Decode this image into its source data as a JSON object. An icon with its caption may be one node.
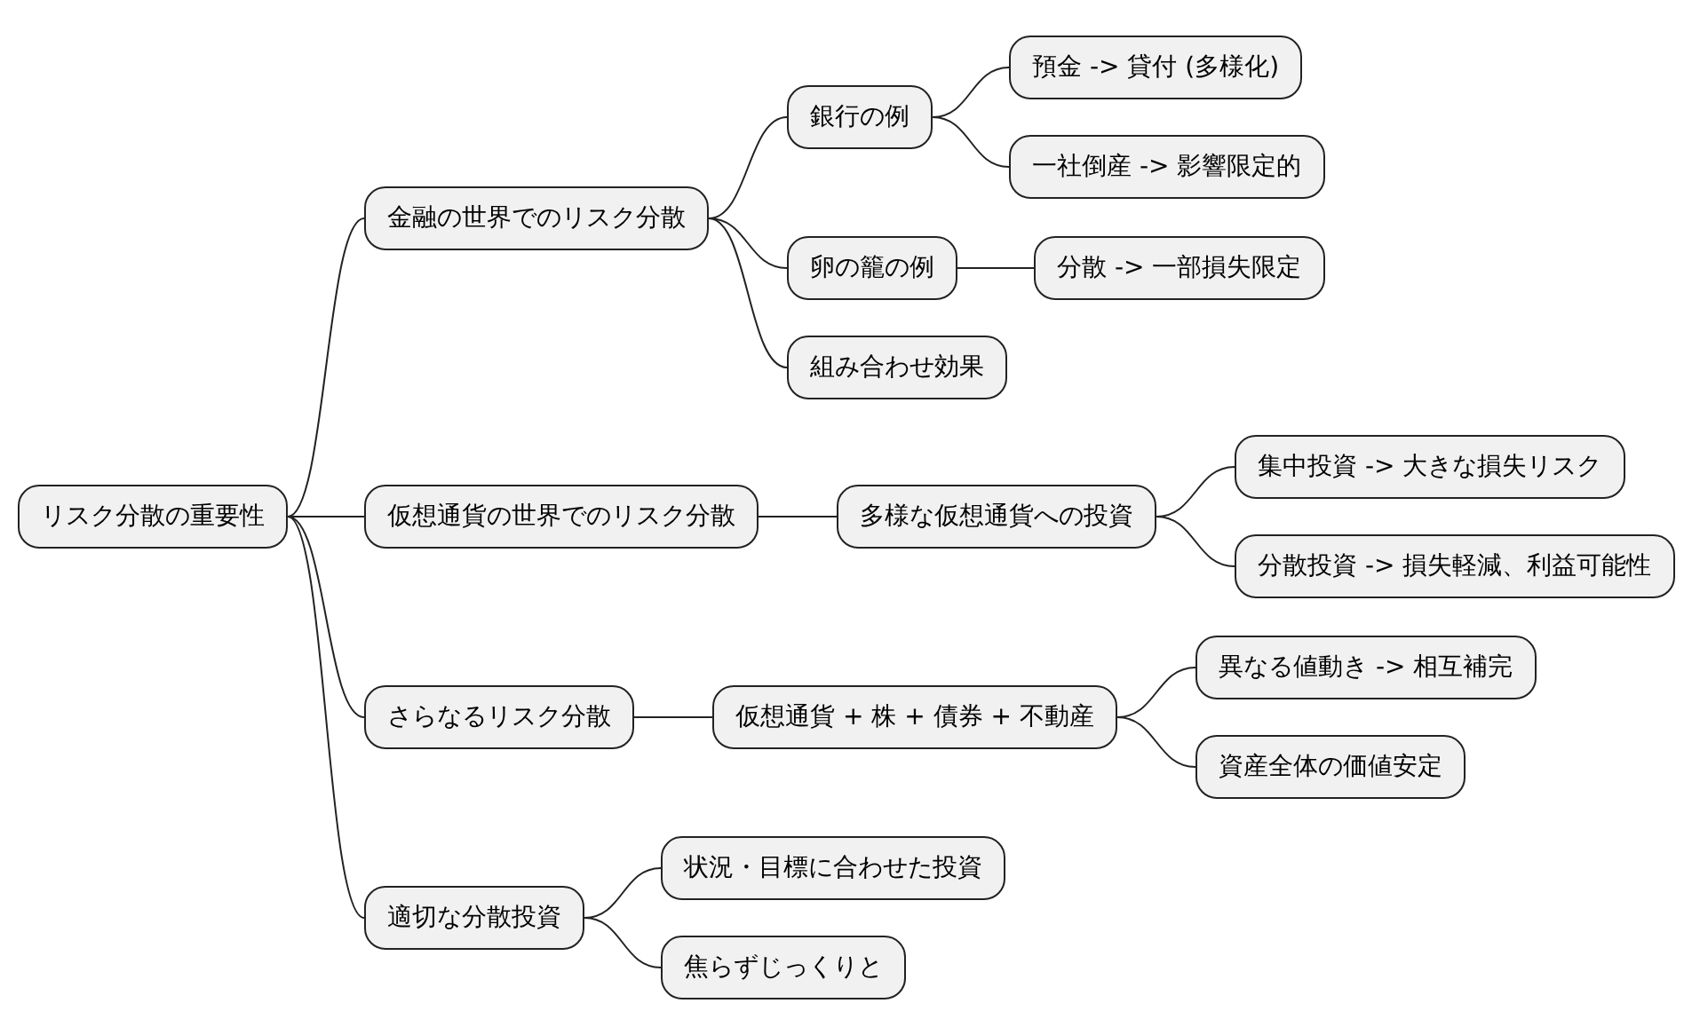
{
  "diagram": {
    "nodes": [
      {
        "text": [
          "リスク分散の重要性"
        ]
      },
      {
        "text": [
          "金融の世界でのリスク分散"
        ]
      },
      {
        "text": [
          "銀行の例"
        ]
      },
      {
        "text": [
          "預金 -> 貸付 (多様化)"
        ]
      },
      {
        "text": [
          "一社倒産 -> 影響限定的"
        ]
      },
      {
        "text": [
          "卵の籠の例"
        ]
      },
      {
        "text": [
          "分散 -> 一部損失限定"
        ]
      },
      {
        "text": [
          "組み合わせ効果"
        ]
      },
      {
        "text": [
          "仮想通貨の世界でのリスク分散"
        ]
      },
      {
        "text": [
          "多様な仮想通貨への投資"
        ]
      },
      {
        "text": [
          "集中投資 -> 大きな損失リスク"
        ]
      },
      {
        "text": [
          "分散投資 -> 損失軽減、利益可能性"
        ]
      },
      {
        "text": [
          "さらなるリスク分散"
        ]
      },
      {
        "text": [
          "仮想通貨 + 株 + 債券 + 不動産"
        ]
      },
      {
        "text": [
          "異なる値動き -> 相互補完"
        ]
      },
      {
        "text": [
          "資産全体の価値安定"
        ]
      },
      {
        "text": [
          "適切な分散投資"
        ]
      },
      {
        "text": [
          "状況・目標に合わせた投資"
        ]
      },
      {
        "text": [
          "焦らずじっくりと"
        ]
      }
    ],
    "edges": [
      {
        "from": 0,
        "to": 1,
        "arrow": "none"
      },
      {
        "from": 1,
        "to": 2,
        "arrow": "none"
      },
      {
        "from": 2,
        "to": 3,
        "arrow": "none"
      },
      {
        "from": 2,
        "to": 4,
        "arrow": "none"
      },
      {
        "from": 1,
        "to": 5,
        "arrow": "none"
      },
      {
        "from": 5,
        "to": 6,
        "arrow": "none"
      },
      {
        "from": 1,
        "to": 7,
        "arrow": "none"
      },
      {
        "from": 0,
        "to": 8,
        "arrow": "none"
      },
      {
        "from": 8,
        "to": 9,
        "arrow": "none"
      },
      {
        "from": 9,
        "to": 10,
        "arrow": "none"
      },
      {
        "from": 9,
        "to": 11,
        "arrow": "none"
      },
      {
        "from": 0,
        "to": 12,
        "arrow": "none"
      },
      {
        "from": 12,
        "to": 13,
        "arrow": "none"
      },
      {
        "from": 13,
        "to": 14,
        "arrow": "none"
      },
      {
        "from": 13,
        "to": 15,
        "arrow": "none"
      },
      {
        "from": 0,
        "to": 16,
        "arrow": "none"
      },
      {
        "from": 16,
        "to": 17,
        "arrow": "none"
      },
      {
        "from": 16,
        "to": 18,
        "arrow": "none"
      }
    ]
  }
}
